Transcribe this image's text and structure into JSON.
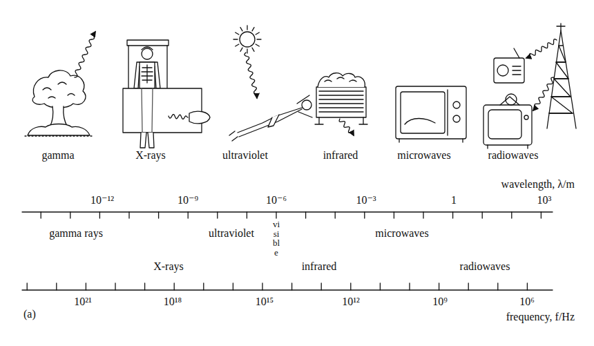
{
  "diagram": {
    "labels": [
      "gamma",
      "X-rays",
      "ultraviolet",
      "infrared",
      "microwaves",
      "radiowaves",
      "wavelength, λ/m",
      "10⁻¹²",
      "10⁻⁹",
      "10⁻⁶",
      "10⁻³",
      "1",
      "10³",
      "gamma rays",
      "ultraviolet",
      "visible",
      "microwaves",
      "X-rays",
      "infrared",
      "radiowaves",
      "10²¹",
      "10¹⁸",
      "10¹⁵",
      "10¹²",
      "10⁹",
      "10⁶",
      "(a)",
      "frequency, f/Hz"
    ]
  }
}
